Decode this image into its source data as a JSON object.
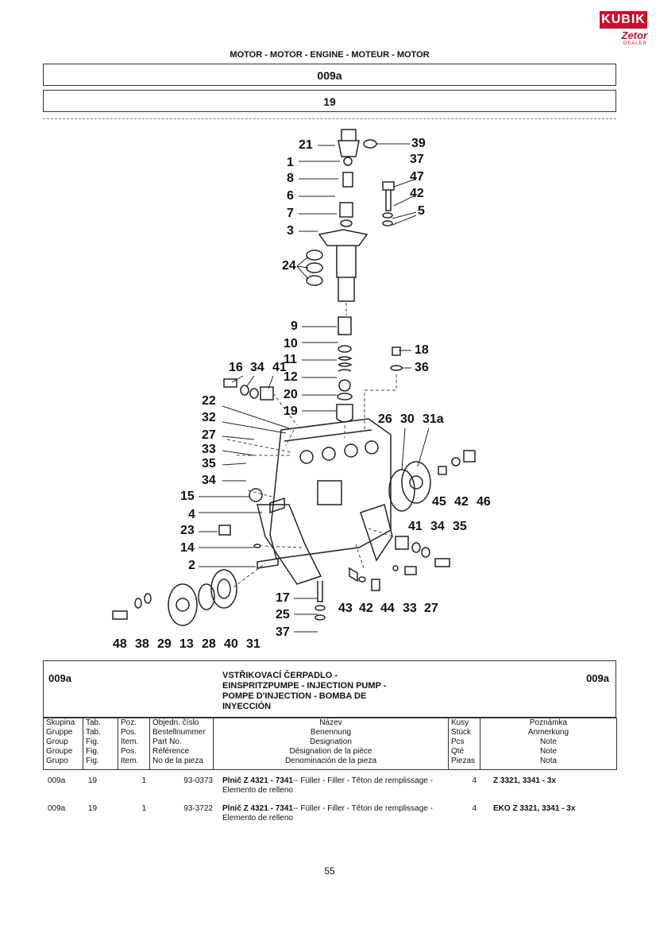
{
  "logo": {
    "brand": "KUBIK",
    "sub": "Zetor",
    "tag": "DEALER"
  },
  "section_title": "MOTOR - MOTOR - ENGINE - MOTEUR - MOTOR",
  "group_code": "009a",
  "figure_no": "19",
  "callouts": {
    "c21": "21",
    "c39": "39",
    "c1": "1",
    "c37a": "37",
    "c8": "8",
    "c47": "47",
    "c6": "6",
    "c42a": "42",
    "c7": "7",
    "c5": "5",
    "c3": "3",
    "c24": "24",
    "c9": "9",
    "c10": "10",
    "c18": "18",
    "c11": "11",
    "c36": "36",
    "c16": "16",
    "c34a": "34",
    "c41a": "41",
    "c12": "12",
    "c20": "20",
    "c22": "22",
    "c19": "19",
    "c26": "26",
    "c30": "30",
    "c31a": "31a",
    "c32": "32",
    "c27a": "27",
    "c33a": "33",
    "c35a": "35",
    "c34b": "34",
    "c45": "45",
    "c42b": "42",
    "c46": "46",
    "c15": "15",
    "c4": "4",
    "c41b": "41",
    "c34c": "34",
    "c35b": "35",
    "c23": "23",
    "c14": "14",
    "c2": "2",
    "c17": "17",
    "c43": "43",
    "c42c": "42",
    "c44": "44",
    "c33b": "33",
    "c27b": "27",
    "c25": "25",
    "c37b": "37",
    "c48": "48",
    "c38": "38",
    "c29": "29",
    "c13": "13",
    "c28": "28",
    "c40": "40",
    "c31": "31"
  },
  "info": {
    "code_left": "009a",
    "code_right": "009a",
    "desc_lines": [
      "VSTŘIKOVACÍ ČERPADLO -",
      "EINSPRITZPUMPE - INJECTION PUMP -",
      "POMPE D'INJECTION - BOMBA DE",
      "INYECCIÓN"
    ]
  },
  "columns": [
    [
      "Skupina",
      "Gruppe",
      "Group",
      "Groupe",
      "Grupo"
    ],
    [
      "Tab.",
      "Tab.",
      "Fig.",
      "Fig.",
      "Fig."
    ],
    [
      "Poz.",
      "Pos.",
      "Item.",
      "Pos.",
      "Item."
    ],
    [
      "Objedn. číslo",
      "Bestellnummer",
      "Part No.",
      "Référence",
      "No de la pieza"
    ],
    [
      "Název",
      "Benennung",
      "Designation",
      "Désignation de la pièce",
      "Denominación de la pieza"
    ],
    [
      "Kusy",
      "Stück",
      "Pcs",
      "Qté",
      "Piezas"
    ],
    [
      "Poznámka",
      "Anmerkung",
      "Note",
      "Note",
      "Nota"
    ]
  ],
  "rows": [
    {
      "skupina": "009a",
      "tab": "19",
      "poz": "1",
      "objedn": "93-0373",
      "name_bold": "Plnič Z 4321 - 7341",
      "name_rest": "-- Füller - Filler - Têton de remplissage - Elemento de relleno",
      "kusy": "4",
      "poznamka": "Z 3321, 3341 - 3x"
    },
    {
      "skupina": "009a",
      "tab": "19",
      "poz": "1",
      "objedn": "93-3722",
      "name_bold": "Plnič Z 4321 - 7341",
      "name_rest": "-- Füller - Filler - Têton de remplissage - Elemento de relleno",
      "kusy": "4",
      "poznamka": "EKO Z 3321, 3341 - 3x"
    }
  ],
  "page_number": "55"
}
